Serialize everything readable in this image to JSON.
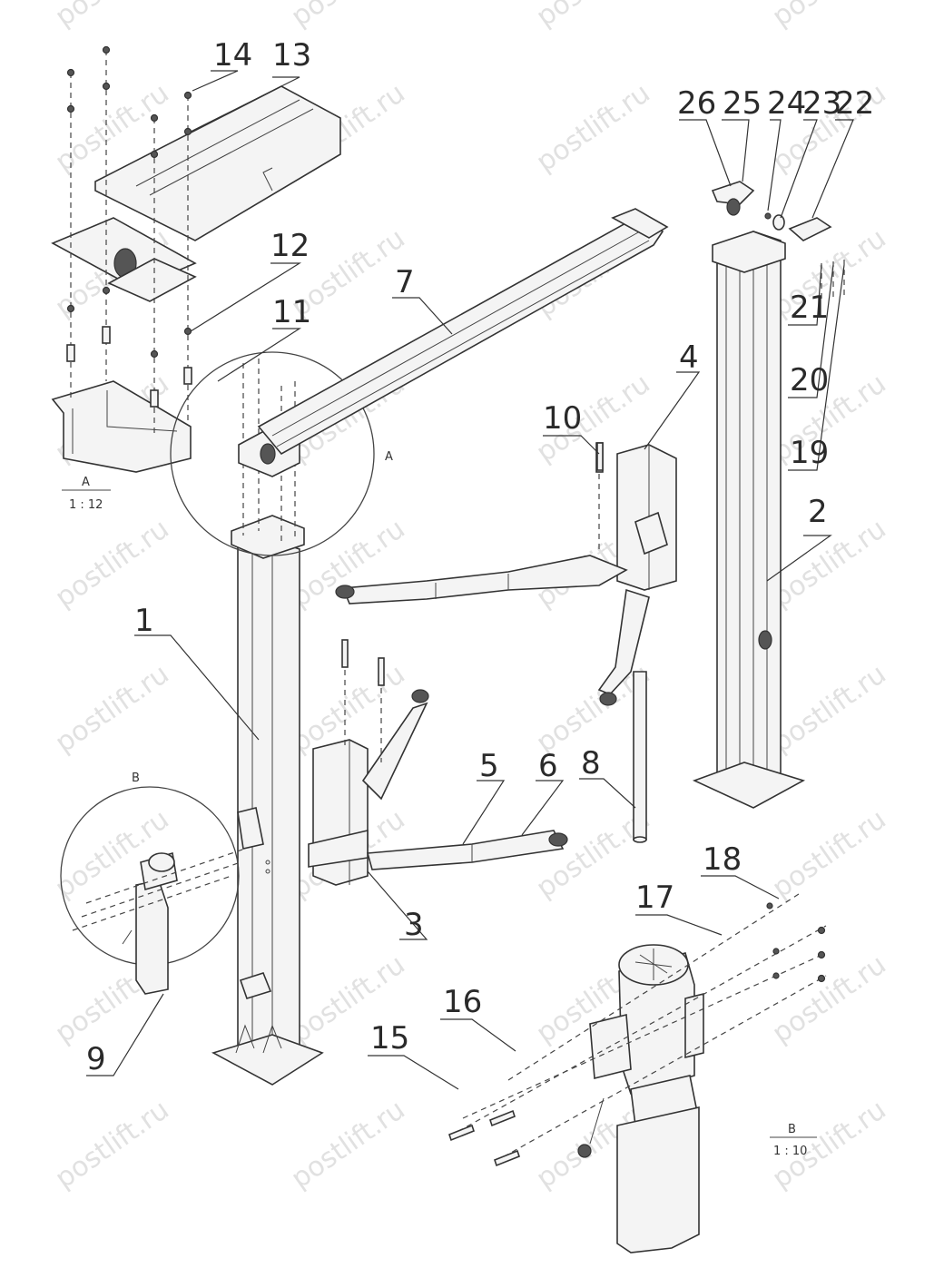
{
  "callouts": [
    {
      "label": "1"
    },
    {
      "label": "2"
    },
    {
      "label": "3"
    },
    {
      "label": "4"
    },
    {
      "label": "5"
    },
    {
      "label": "6"
    },
    {
      "label": "7"
    },
    {
      "label": "8"
    },
    {
      "label": "9"
    },
    {
      "label": "10"
    },
    {
      "label": "11"
    },
    {
      "label": "12"
    },
    {
      "label": "13"
    },
    {
      "label": "14"
    },
    {
      "label": "15"
    },
    {
      "label": "16"
    },
    {
      "label": "17"
    },
    {
      "label": "18"
    },
    {
      "label": "19"
    },
    {
      "label": "20"
    },
    {
      "label": "21"
    },
    {
      "label": "22"
    },
    {
      "label": "23"
    },
    {
      "label": "24"
    },
    {
      "label": "25"
    },
    {
      "label": "26"
    }
  ],
  "sections": {
    "a_name": "A",
    "a_scale": "1 : 12",
    "b_name": "B",
    "b_scale": "1 : 10"
  },
  "watermark": "postlift.ru"
}
